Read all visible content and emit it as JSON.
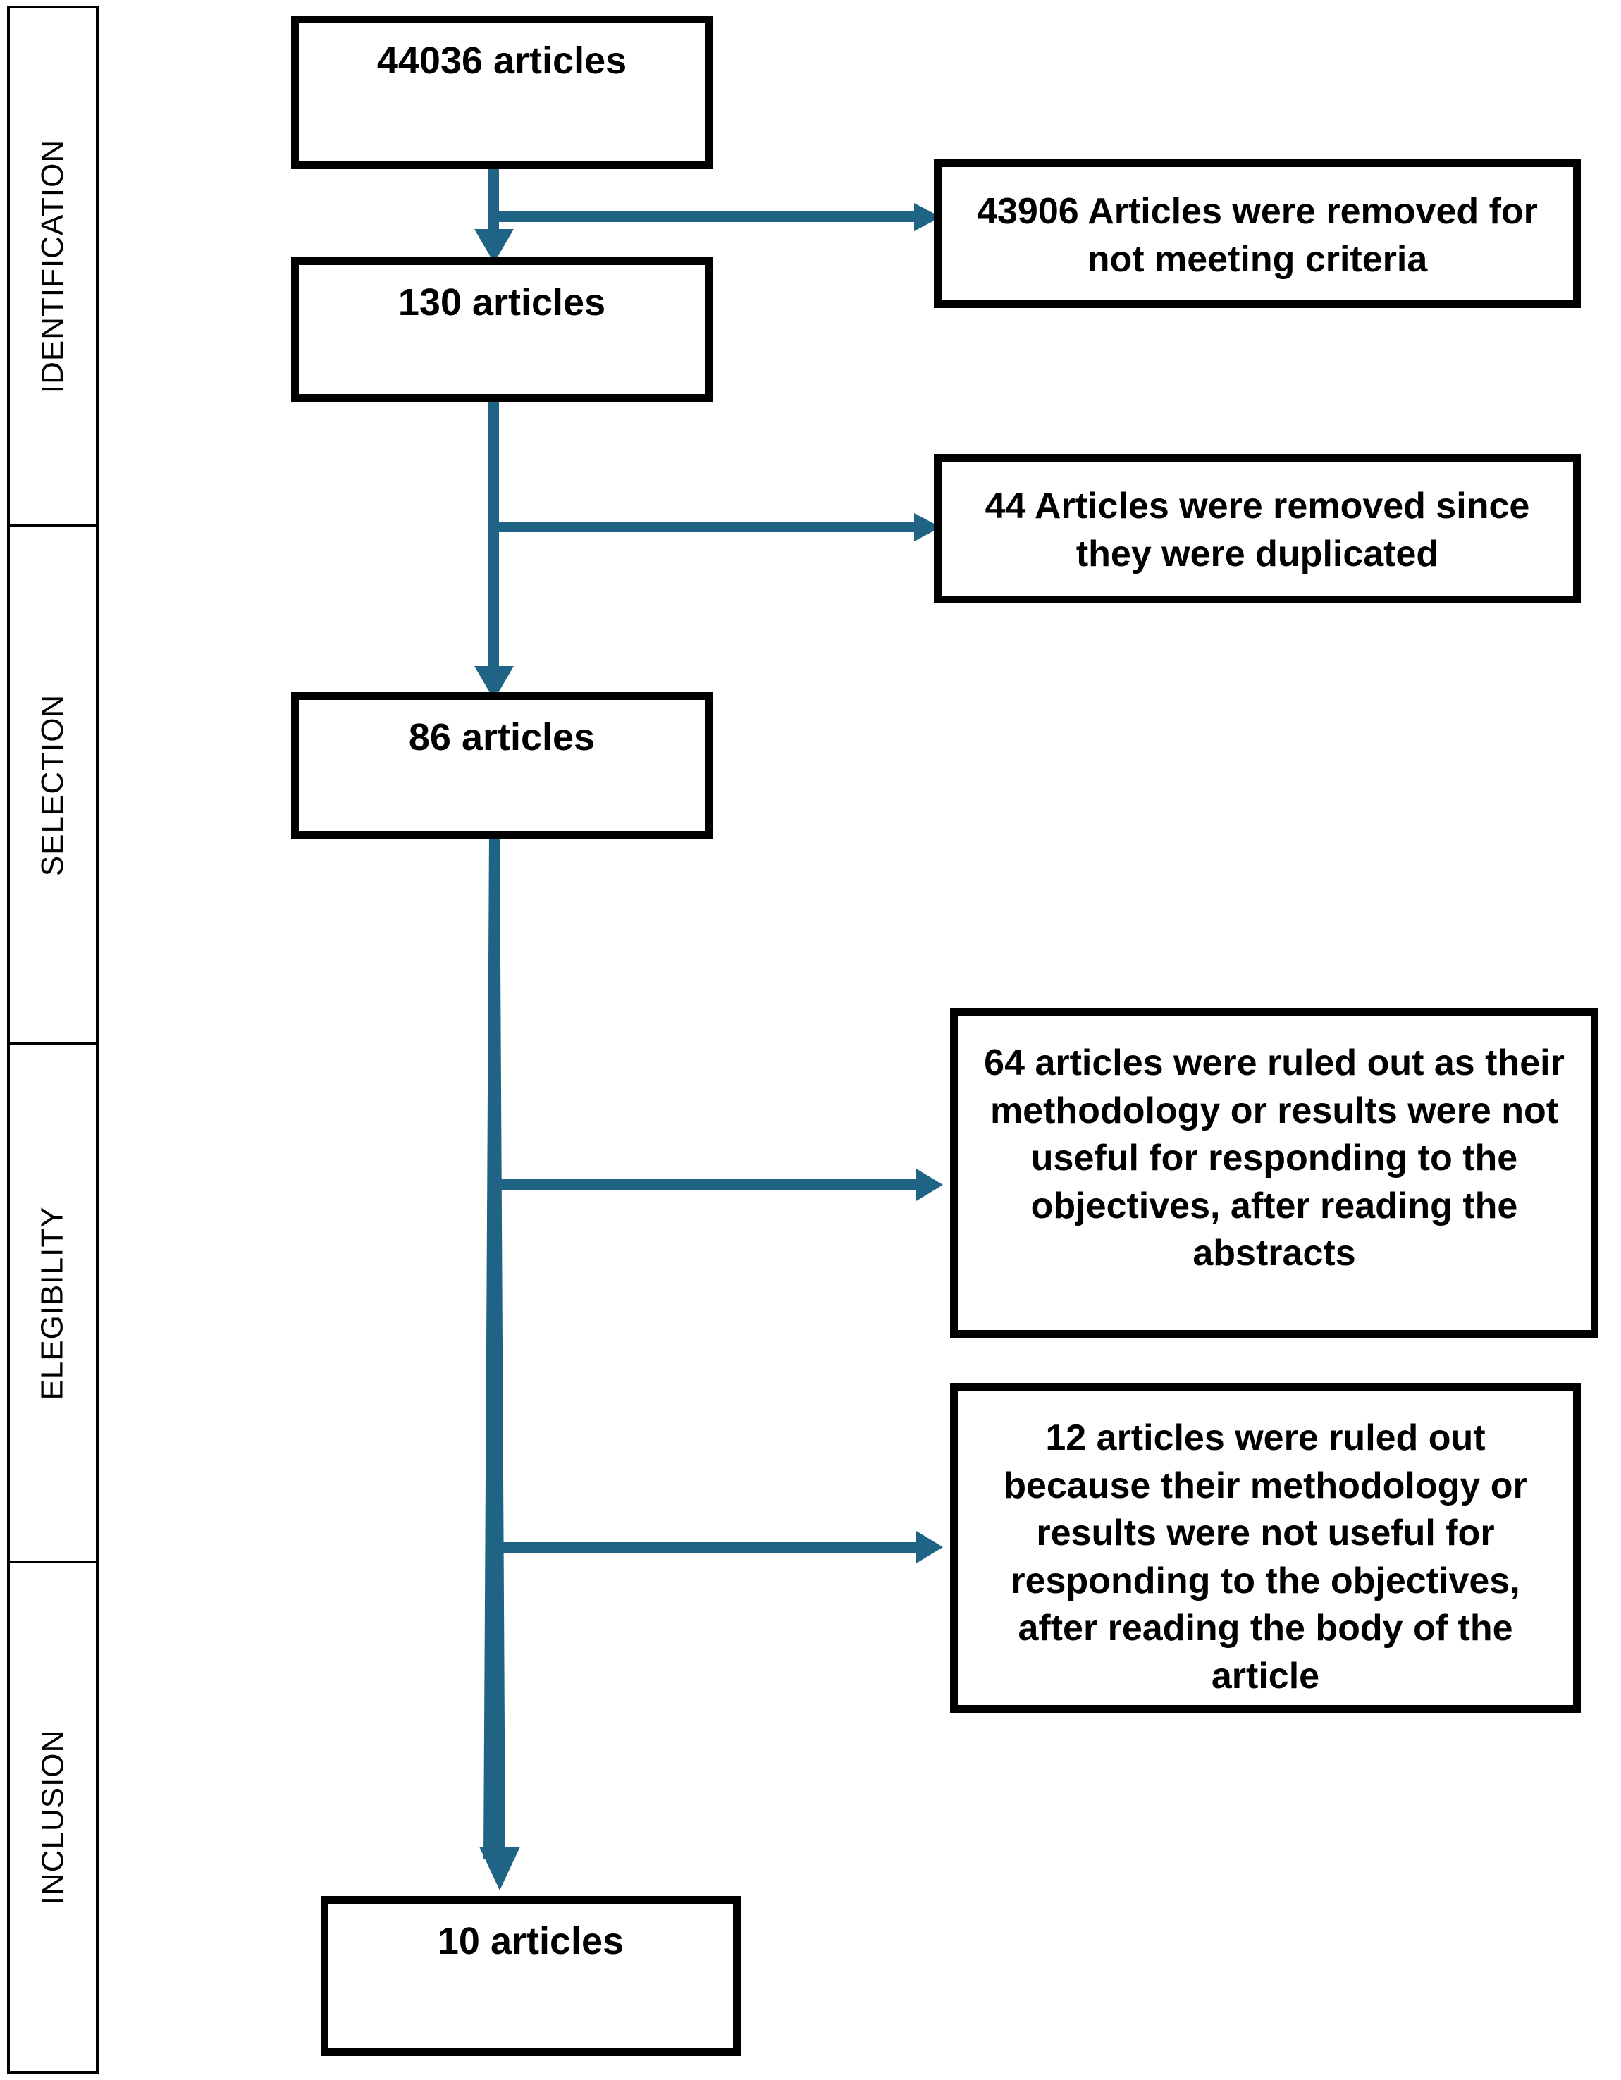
{
  "diagram": {
    "title": "PRISMA article selection flow",
    "accent_color": "#1F6385",
    "border_color": "#000000",
    "background_color": "#FFFFFF"
  },
  "stages": [
    {
      "id": "identification",
      "label": "IDENTIFICATION"
    },
    {
      "id": "selection",
      "label": "SELECTION"
    },
    {
      "id": "elegibility",
      "label": "ELEGIBILITY"
    },
    {
      "id": "inclusion",
      "label": "INCLUSION"
    }
  ],
  "flow_nodes": [
    {
      "id": "records-identified",
      "label": "44036 articles"
    },
    {
      "id": "records-screened",
      "label": "130 articles"
    },
    {
      "id": "records-deduped",
      "label": "86 articles"
    },
    {
      "id": "records-included",
      "label": "10 articles"
    }
  ],
  "exclusion_nodes": [
    {
      "id": "excluded-criteria",
      "label": "43906 Articles were removed for not meeting criteria"
    },
    {
      "id": "excluded-duplicate",
      "label": "44 Articles were removed since they were duplicated"
    },
    {
      "id": "excluded-abstract",
      "label": "64 articles were ruled out as their methodology or results were not useful for responding to the objectives, after reading the abstracts"
    },
    {
      "id": "excluded-fulltext",
      "label": "12 articles were ruled out because their methodology or results were not useful for responding to the objectives, after reading the body of the article"
    }
  ],
  "chart_data": {
    "type": "diagram",
    "title": "PRISMA article selection flow",
    "stages": [
      "IDENTIFICATION",
      "SELECTION",
      "ELEGIBILITY",
      "INCLUSION"
    ],
    "steps": [
      {
        "stage": "IDENTIFICATION",
        "label": "44036 articles",
        "count": 44036
      },
      {
        "stage": "IDENTIFICATION",
        "label": "130 articles",
        "count": 130
      },
      {
        "stage": "SELECTION",
        "label": "86 articles",
        "count": 86
      },
      {
        "stage": "INCLUSION",
        "label": "10 articles",
        "count": 10
      }
    ],
    "exclusions": [
      {
        "count": 43906,
        "reason": "43906 Articles were removed for not meeting criteria"
      },
      {
        "count": 44,
        "reason": "44 Articles were removed since they were duplicated"
      },
      {
        "count": 64,
        "reason": "64 articles were ruled out as their methodology or results were not useful for responding to the objectives, after reading the abstracts"
      },
      {
        "count": 12,
        "reason": "12 articles were ruled out because their methodology or results were not useful for responding to the objectives, after reading the body of the article"
      }
    ]
  }
}
